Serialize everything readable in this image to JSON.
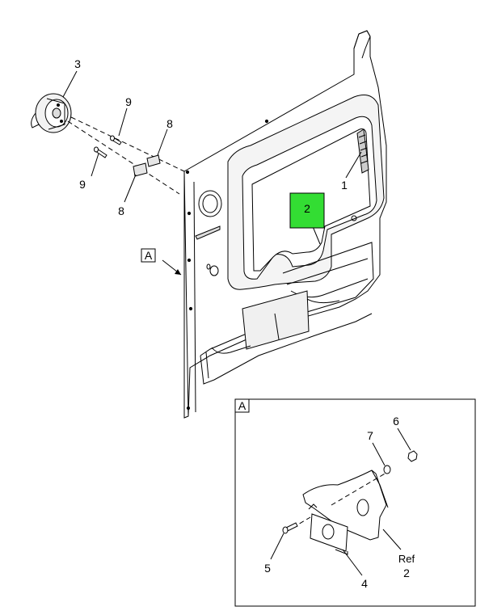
{
  "callouts": {
    "c1": "1",
    "c2": "2",
    "c3": "3",
    "c4": "4",
    "c5": "5",
    "c6": "6",
    "c7": "7",
    "c8a": "8",
    "c8b": "8",
    "c9a": "9",
    "c9b": "9",
    "ref_label": "Ref",
    "ref_num": "2"
  },
  "view_labels": {
    "main": "A",
    "detail": "A"
  },
  "colors": {
    "highlight": "#33dd33",
    "line": "#000000",
    "panel_shade": "#e6e6e6"
  }
}
